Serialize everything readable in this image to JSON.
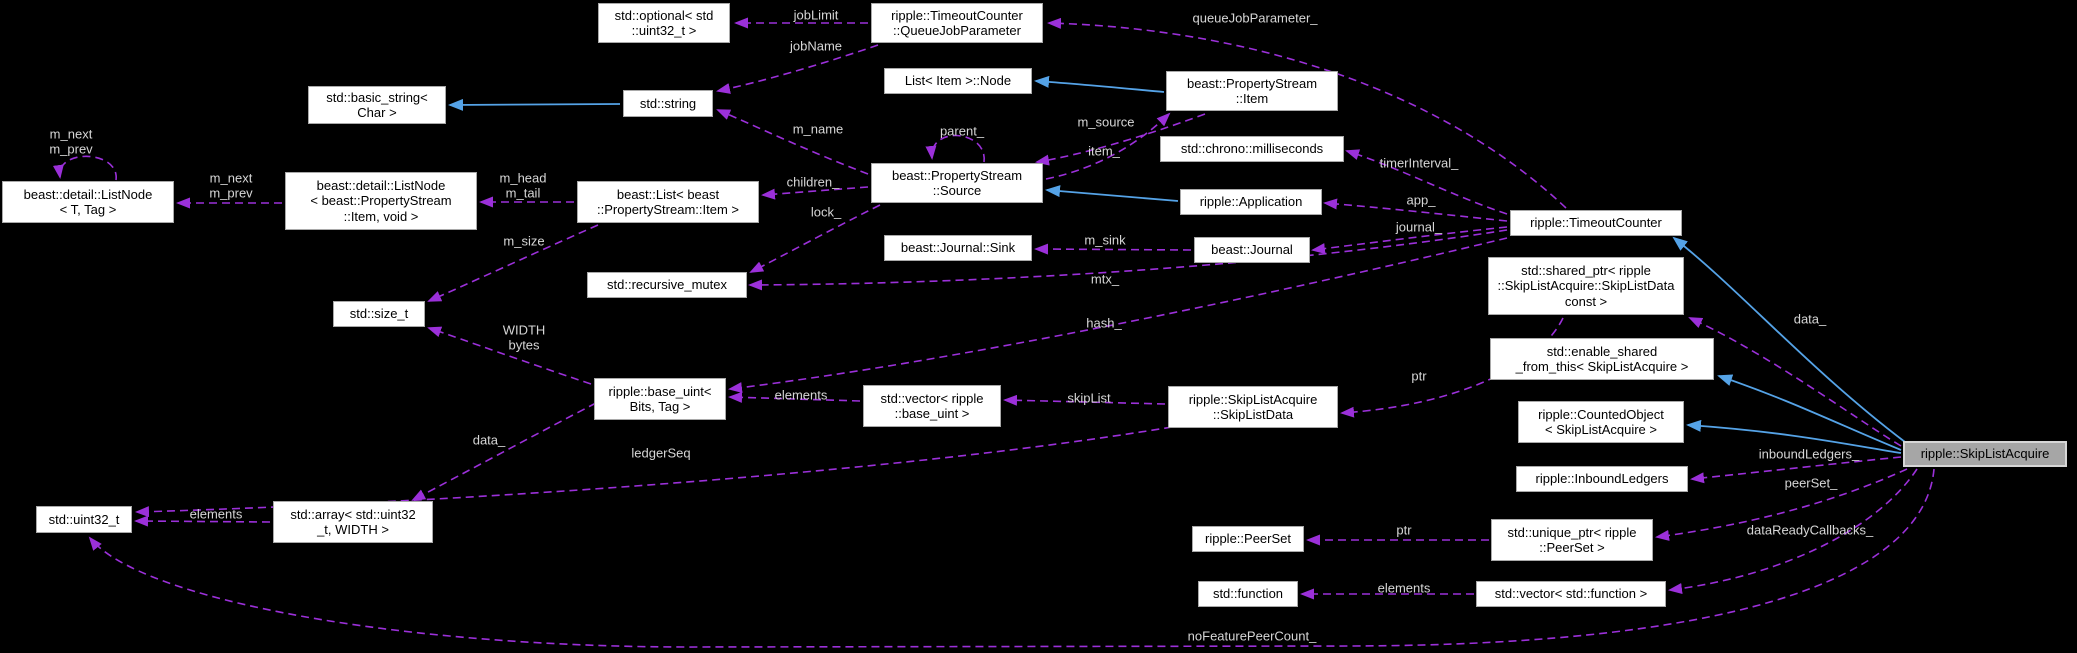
{
  "diagram": {
    "type": "class-collaboration-graph",
    "main_class": "ripple::SkipListAcquire",
    "colors": {
      "background": "#000000",
      "node_fill": "#ffffff",
      "node_border": "#a9a9a9",
      "node_text": "#000000",
      "highlight_fill": "#a6a6a6",
      "highlight_border": "#d6d6d6",
      "usage_edge": "#9b30d9",
      "inheritance_edge": "#55a3e7",
      "edge_label_text": "#d6d6d6"
    },
    "nodes": {
      "optional_uint32": {
        "label": "std::optional< std\n::uint32_t >"
      },
      "queue_job_parameter": {
        "label": "ripple::TimeoutCounter\n::QueueJobParameter"
      },
      "basic_string": {
        "label": "std::basic_string<\nChar >"
      },
      "std_string": {
        "label": "std::string"
      },
      "list_item_node": {
        "label": "List< Item >::Node"
      },
      "property_stream_item": {
        "label": "beast::PropertyStream\n::Item"
      },
      "chrono_milliseconds": {
        "label": "std::chrono::milliseconds"
      },
      "list_node_t_tag": {
        "label": "beast::detail::ListNode\n< T, Tag >"
      },
      "list_node_item_void": {
        "label": "beast::detail::ListNode\n< beast::PropertyStream\n::Item, void >"
      },
      "beast_list": {
        "label": "beast::List< beast\n::PropertyStream::Item >"
      },
      "property_stream_source": {
        "label": "beast::PropertyStream\n::Source"
      },
      "application": {
        "label": "ripple::Application"
      },
      "timeout_counter": {
        "label": "ripple::TimeoutCounter"
      },
      "shared_ptr_skiplistdata": {
        "label": "std::shared_ptr< ripple\n::SkipListAcquire::SkipListData\nconst >"
      },
      "journal_sink": {
        "label": "beast::Journal::Sink"
      },
      "beast_journal": {
        "label": "beast::Journal"
      },
      "recursive_mutex": {
        "label": "std::recursive_mutex"
      },
      "size_t": {
        "label": "std::size_t"
      },
      "enable_shared_from_this": {
        "label": "std::enable_shared\n_from_this< SkipListAcquire >"
      },
      "counted_object": {
        "label": "ripple::CountedObject\n< SkipListAcquire >"
      },
      "base_uint": {
        "label": "ripple::base_uint<\nBits, Tag >"
      },
      "vector_base_uint": {
        "label": "std::vector< ripple\n::base_uint >"
      },
      "skiplist_data": {
        "label": "ripple::SkipListAcquire\n::SkipListData"
      },
      "inbound_ledgers": {
        "label": "ripple::InboundLedgers"
      },
      "uint32_t": {
        "label": "std::uint32_t"
      },
      "array_uint32": {
        "label": "std::array< std::uint32\n_t, WIDTH >"
      },
      "peer_set": {
        "label": "ripple::PeerSet"
      },
      "unique_ptr_peerset": {
        "label": "std::unique_ptr< ripple\n::PeerSet >"
      },
      "std_function": {
        "label": "std::function"
      },
      "vector_function": {
        "label": "std::vector< std::function >"
      },
      "skip_list_acquire": {
        "label": "ripple::SkipListAcquire"
      }
    },
    "edge_labels": {
      "job_limit": {
        "text": "jobLimit"
      },
      "job_name": {
        "text": "jobName"
      },
      "queue_job_parameter": {
        "text": "queueJobParameter_"
      },
      "m_name": {
        "text": "m_name"
      },
      "parent": {
        "text": "parent_"
      },
      "m_source": {
        "text": "m_source"
      },
      "item": {
        "text": "item_"
      },
      "children": {
        "text": "children_"
      },
      "lock": {
        "text": "lock_"
      },
      "m_head_tail": {
        "text": "m_head\nm_tail"
      },
      "m_next_prev_mid": {
        "text": "m_next\nm_prev"
      },
      "m_next_prev_self": {
        "text": "m_next\nm_prev"
      },
      "m_size": {
        "text": "m_size"
      },
      "width_bytes": {
        "text": "WIDTH\nbytes"
      },
      "elements_base_uint": {
        "text": "elements"
      },
      "hash": {
        "text": "hash_"
      },
      "mtx": {
        "text": "mtx_"
      },
      "m_sink": {
        "text": "m_sink"
      },
      "journal": {
        "text": "journal_"
      },
      "app": {
        "text": "app_"
      },
      "timer_interval": {
        "text": "timerInterval_"
      },
      "skip_list": {
        "text": "skipList"
      },
      "ledger_seq": {
        "text": "ledgerSeq"
      },
      "elements_uint32": {
        "text": "elements"
      },
      "data_base_uint": {
        "text": "data_"
      },
      "ptr_skiplistdata": {
        "text": "ptr"
      },
      "data_sla": {
        "text": "data_"
      },
      "inbound_ledgers": {
        "text": "inboundLedgers_"
      },
      "peer_set": {
        "text": "peerSet_"
      },
      "data_ready_callbacks": {
        "text": "dataReadyCallbacks_"
      },
      "ptr_peerset": {
        "text": "ptr"
      },
      "elements_function": {
        "text": "elements"
      },
      "no_feature_peer_count": {
        "text": "noFeaturePeerCount_"
      }
    }
  }
}
